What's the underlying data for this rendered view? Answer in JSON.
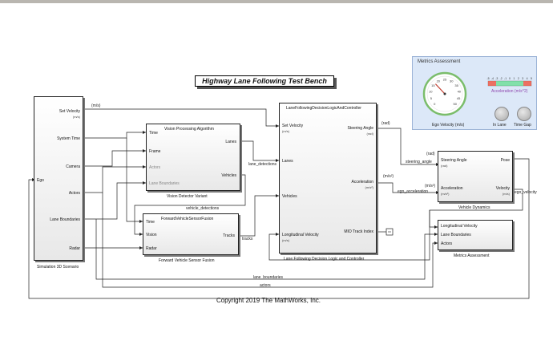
{
  "title": "Highway Lane Following Test Bench",
  "copyright": "Copyright 2019 The MathWorks, Inc.",
  "blocks": {
    "scenario": {
      "name": "Simulation 3D Scenario",
      "ports_out": [
        "Set Velocity",
        "System Time",
        "Camera",
        "Actors",
        "Lane Boundaries",
        "Radar"
      ],
      "units": "(m/s)",
      "port_in": "Ego"
    },
    "vision": {
      "header": "Vision Processing Algorithm",
      "name": "Vision Detector Variant",
      "ports_in": [
        "Time",
        "Frame",
        "Actors",
        "Lane Boundaries"
      ],
      "ports_out": [
        "Lanes",
        "Vehicles"
      ]
    },
    "fusion": {
      "header": "ForwardVehicleSensorFusion",
      "name": "Forward Vehicle Sensor Fusion",
      "ports_in": [
        "Time",
        "Vision",
        "Radar"
      ],
      "ports_out": [
        "Tracks"
      ]
    },
    "controller": {
      "header": "LaneFollowingDecisionLogicAndController",
      "name": "Lane Following Decision Logic and Controller",
      "ports_in": [
        "Set Velocity",
        "Lanes",
        "Vehicles",
        "Longitudinal Velocity"
      ],
      "ports_in_units": [
        "(m/s)",
        "",
        "",
        "(m/s)"
      ],
      "ports_out": [
        "Steering Angle",
        "Acceleration",
        "MIO Track Index"
      ],
      "ports_out_units": [
        "(rad)",
        "(m/s²)",
        ""
      ]
    },
    "dynamics": {
      "name": "Vehicle Dynamics",
      "ports_in": [
        "Steering Angle",
        "Acceleration"
      ],
      "ports_in_units": [
        "(rad)",
        "(m/s²)"
      ],
      "ports_out": [
        "Pose",
        "Velocity"
      ],
      "velocity_unit": "(m/s)"
    },
    "metrics_block": {
      "name": "Metrics Assessment",
      "ports_in": [
        "Longitudinal Velocity",
        "Lane Boundaries",
        "Actors"
      ]
    }
  },
  "signals": {
    "vehicle_detections": "vehicle_detections",
    "lane_detections": "lane_detections",
    "tracks": "tracks",
    "steering_angle": "steering_angle",
    "ego_acceleration": "ego_acceleration",
    "ego_velocity": "ego_velocity",
    "lane_boundaries": "lane_boundaries",
    "actors": "actors",
    "rad": "(rad)",
    "ms": "(m/s)",
    "ms2": "(m/s²)",
    "ms2_b": "(m/s²)",
    "rad_b": "(rad)",
    "ms_b": "(m/s)"
  },
  "metrics_panel": {
    "title": "Metrics Assessment",
    "gauge_label": "Ego Velocity (m/s)",
    "gauge_ticks": [
      "0",
      "5",
      "10",
      "15",
      "20",
      "25",
      "30",
      "35",
      "40",
      "45",
      "50"
    ],
    "gauge_value": 17,
    "bar_label": "Acceleration (m/s^2)",
    "bar_ticks": [
      "-5",
      "-4",
      "-3",
      "-2",
      "-1",
      "0",
      "1",
      "2",
      "3",
      "4",
      "5"
    ],
    "lamps": [
      "In Lane",
      "Time Gap"
    ],
    "accent": "#c0392b"
  }
}
